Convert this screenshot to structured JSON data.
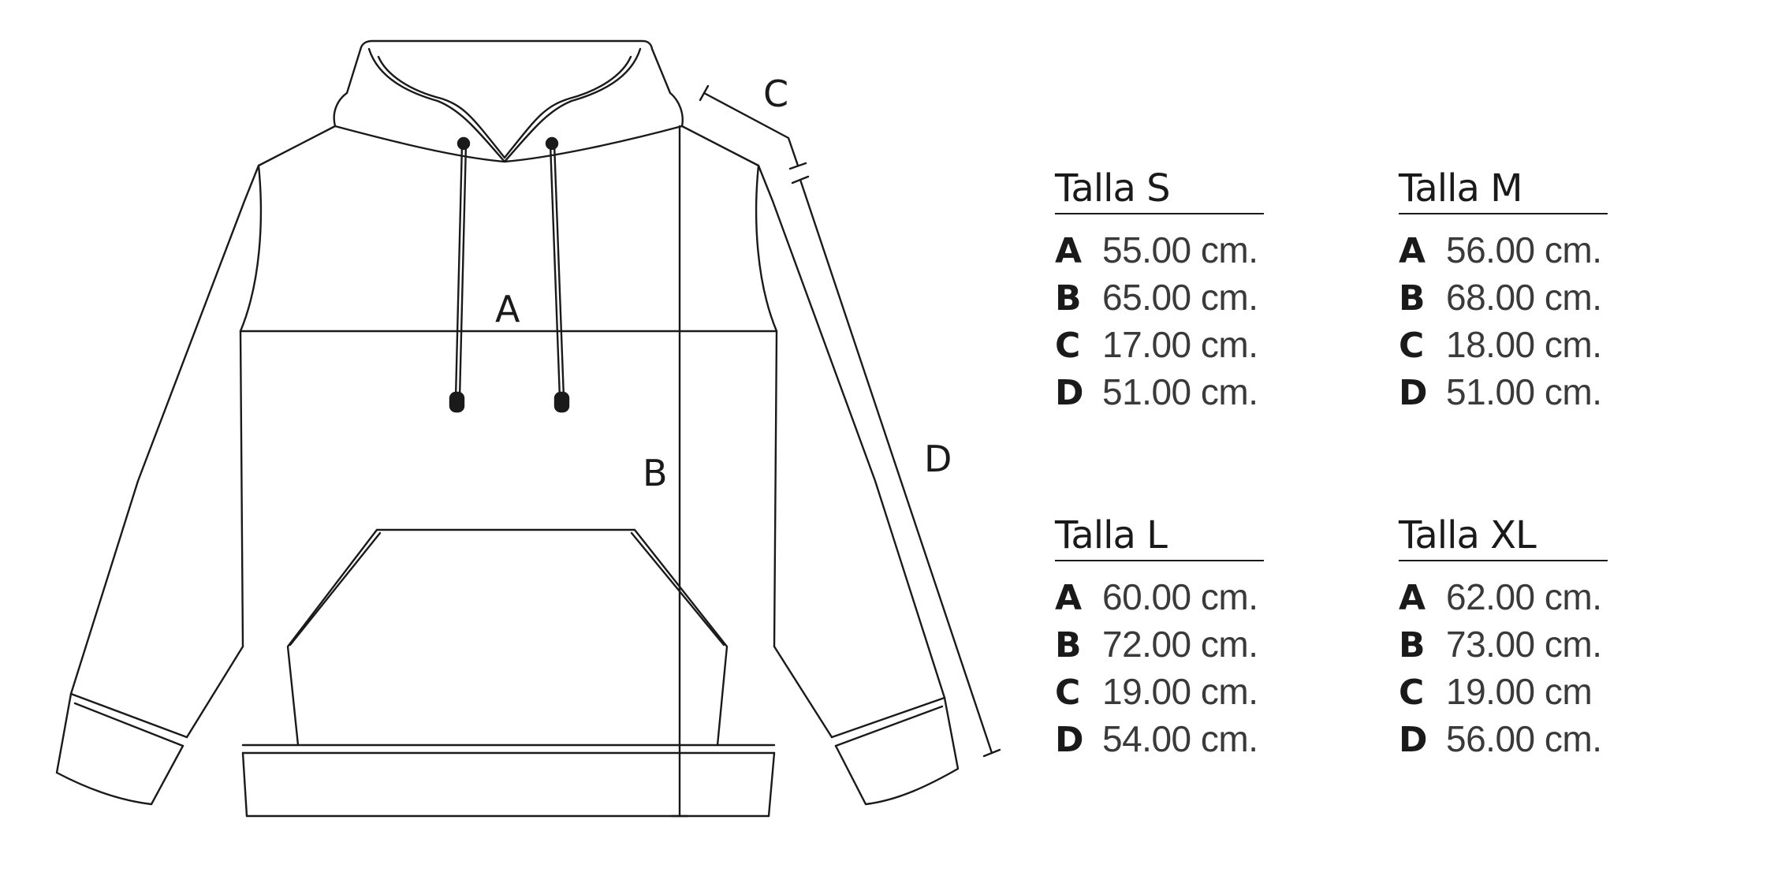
{
  "diagram": {
    "labels": {
      "a": "A",
      "b": "B",
      "c": "C",
      "d": "D"
    }
  },
  "sizes": [
    {
      "title": "Talla S",
      "rows": [
        {
          "key": "A",
          "value": "55.00 cm."
        },
        {
          "key": "B",
          "value": "65.00 cm."
        },
        {
          "key": "C",
          "value": "17.00 cm."
        },
        {
          "key": "D",
          "value": "51.00 cm."
        }
      ]
    },
    {
      "title": "Talla M",
      "rows": [
        {
          "key": "A",
          "value": "56.00 cm."
        },
        {
          "key": "B",
          "value": "68.00 cm."
        },
        {
          "key": "C",
          "value": "18.00 cm."
        },
        {
          "key": "D",
          "value": "51.00 cm."
        }
      ]
    },
    {
      "title": "Talla L",
      "rows": [
        {
          "key": "A",
          "value": "60.00 cm."
        },
        {
          "key": "B",
          "value": "72.00 cm."
        },
        {
          "key": "C",
          "value": "19.00 cm."
        },
        {
          "key": "D",
          "value": "54.00 cm."
        }
      ]
    },
    {
      "title": "Talla XL",
      "rows": [
        {
          "key": "A",
          "value": "62.00 cm."
        },
        {
          "key": "B",
          "value": "73.00 cm."
        },
        {
          "key": "C",
          "value": "19.00 cm"
        },
        {
          "key": "D",
          "value": "56.00 cm."
        }
      ]
    }
  ]
}
